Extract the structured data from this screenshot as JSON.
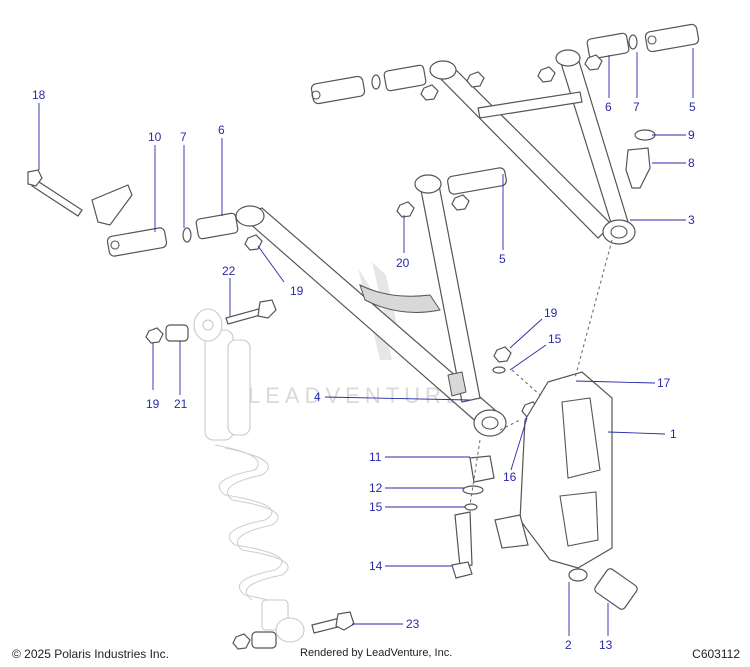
{
  "callouts": [
    {
      "id": "c18",
      "label": "18"
    },
    {
      "id": "c10",
      "label": "10"
    },
    {
      "id": "c7a",
      "label": "7"
    },
    {
      "id": "c6a",
      "label": "6"
    },
    {
      "id": "c22",
      "label": "22"
    },
    {
      "id": "c19a",
      "label": "19"
    },
    {
      "id": "c19b",
      "label": "19"
    },
    {
      "id": "c21",
      "label": "21"
    },
    {
      "id": "c20",
      "label": "20"
    },
    {
      "id": "c5a",
      "label": "5"
    },
    {
      "id": "c6b",
      "label": "6"
    },
    {
      "id": "c7b",
      "label": "7"
    },
    {
      "id": "c5b",
      "label": "5"
    },
    {
      "id": "c9",
      "label": "9"
    },
    {
      "id": "c8",
      "label": "8"
    },
    {
      "id": "c3",
      "label": "3"
    },
    {
      "id": "c19c",
      "label": "19"
    },
    {
      "id": "c15a",
      "label": "15"
    },
    {
      "id": "c17",
      "label": "17"
    },
    {
      "id": "c4",
      "label": "4"
    },
    {
      "id": "c1",
      "label": "1"
    },
    {
      "id": "c11",
      "label": "11"
    },
    {
      "id": "c16",
      "label": "16"
    },
    {
      "id": "c12",
      "label": "12"
    },
    {
      "id": "c15b",
      "label": "15"
    },
    {
      "id": "c14",
      "label": "14"
    },
    {
      "id": "c23",
      "label": "23"
    },
    {
      "id": "c2",
      "label": "2"
    },
    {
      "id": "c13",
      "label": "13"
    }
  ],
  "watermark": {
    "text": "LEADVENTURE"
  },
  "footer": {
    "copyright": "© 2025 Polaris Industries Inc.",
    "rendered_by": "Rendered by LeadVenture, Inc.",
    "diagram_id": "C603112"
  },
  "colors": {
    "callout": "#2a2aa8",
    "line_art": "#555555",
    "watermark": "#d9d9d9"
  }
}
